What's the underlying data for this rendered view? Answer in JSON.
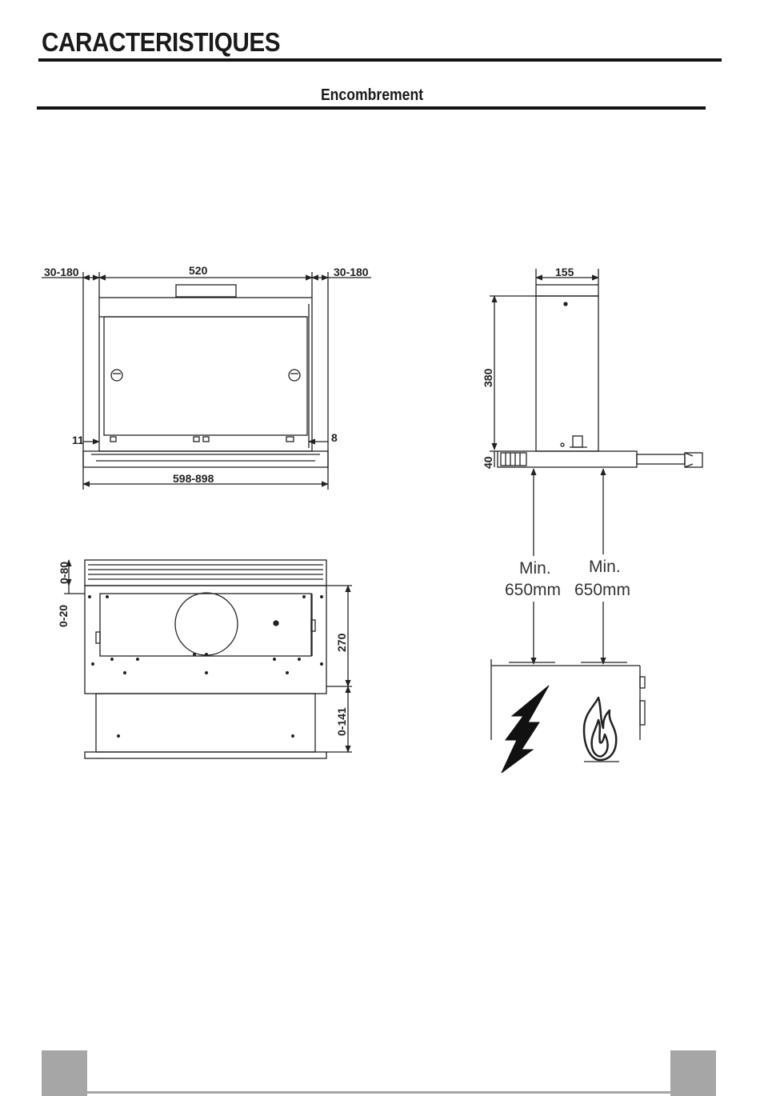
{
  "header": {
    "title": "CARACTERISTIQUES",
    "subtitle": "Encombrement"
  },
  "front_view": {
    "dim_left": "30-180",
    "dim_center": "520",
    "dim_right": "30-180",
    "dim_gap_left": "11",
    "dim_gap_right": "8",
    "dim_bottom": "598-898"
  },
  "top_view": {
    "dim_front_depth": "0-80",
    "dim_offset": "0-20",
    "dim_depth": "270",
    "dim_extension": "0-141"
  },
  "side_view": {
    "dim_chimney_width": "155",
    "dim_chimney_height": "380",
    "dim_base_height": "40",
    "clearance_electric_line1": "Min.",
    "clearance_electric_line2": "650mm",
    "clearance_gas_line1": "Min.",
    "clearance_gas_line2": "650mm",
    "icons": [
      "lightning-icon",
      "flame-icon"
    ]
  },
  "colors": {
    "line": "#222222",
    "footer_gray": "#a6a6a6"
  }
}
